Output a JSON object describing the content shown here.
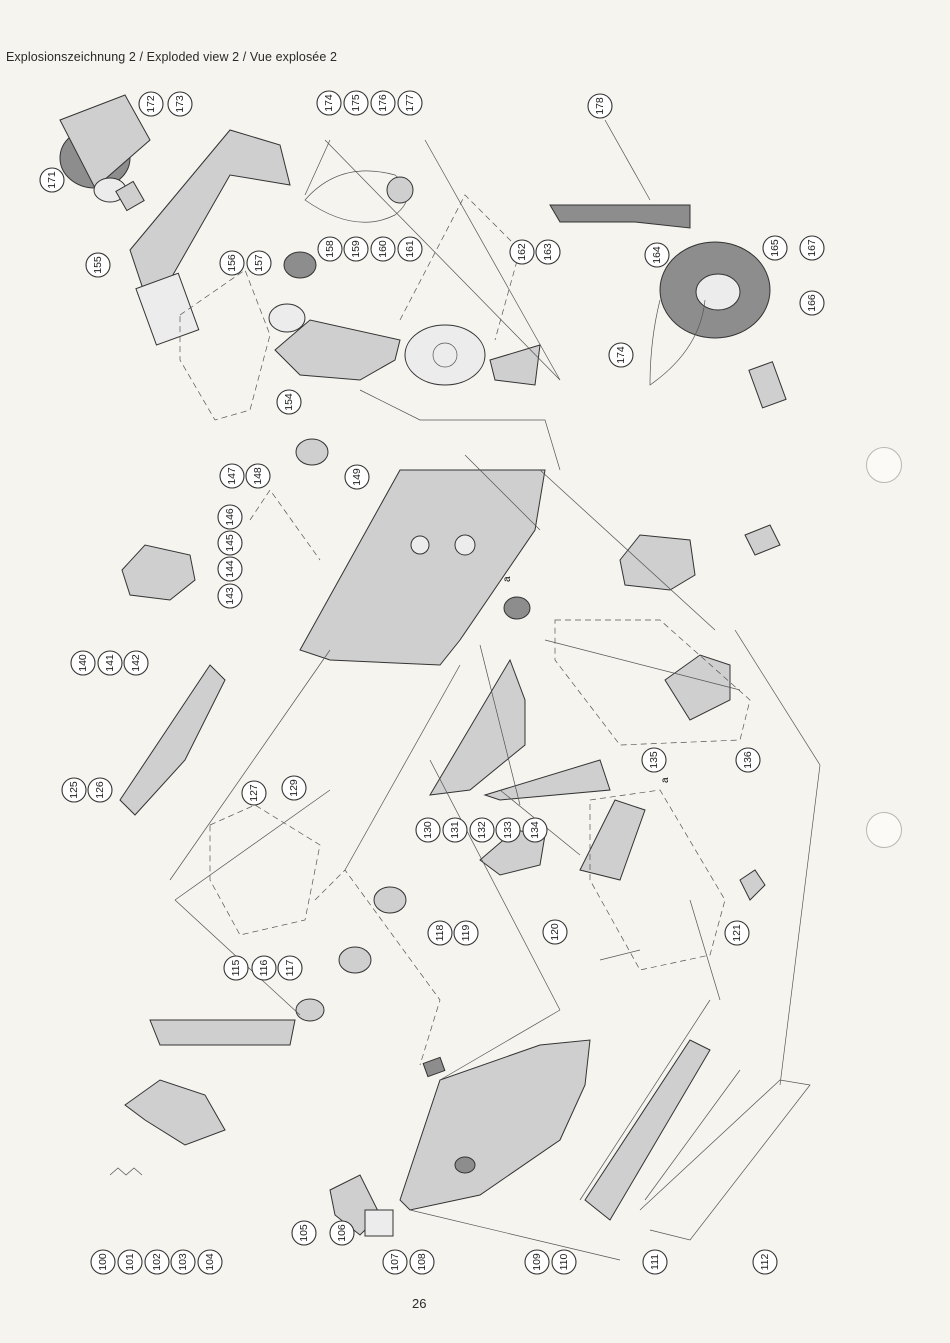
{
  "header": {
    "title": "Explosionszeichnung 2 / Exploded view 2 / Vue explosée 2"
  },
  "footer": {
    "page_number": "26"
  },
  "callouts": {
    "c100": "100",
    "c101": "101",
    "c102": "102",
    "c103": "103",
    "c104": "104",
    "c105": "105",
    "c106": "106",
    "c107": "107",
    "c108": "108",
    "c109": "109",
    "c110": "110",
    "c111": "111",
    "c112": "112",
    "c115": "115",
    "c116": "116",
    "c117": "117",
    "c118": "118",
    "c119": "119",
    "c120": "120",
    "c121": "121",
    "c125": "125",
    "c126": "126",
    "c127": "127",
    "c129": "129",
    "c130": "130",
    "c131": "131",
    "c132": "132",
    "c133": "133",
    "c134": "134",
    "c135": "135",
    "c136": "136",
    "c140": "140",
    "c141": "141",
    "c142": "142",
    "c143": "143",
    "c144": "144",
    "c145": "145",
    "c146": "146",
    "c147": "147",
    "c148": "148",
    "c149": "149",
    "c154": "154",
    "c155": "155",
    "c156": "156",
    "c157": "157",
    "c158": "158",
    "c159": "159",
    "c160": "160",
    "c161": "161",
    "c162": "162",
    "c163": "163",
    "c164": "164",
    "c165": "165",
    "c166": "166",
    "c167": "167",
    "c171": "171",
    "c172": "172",
    "c173": "173",
    "c174a": "174",
    "c174b": "174",
    "c175": "175",
    "c176": "176",
    "c177": "177",
    "c178": "178"
  },
  "markers": {
    "a1": "a",
    "a2": "a"
  }
}
